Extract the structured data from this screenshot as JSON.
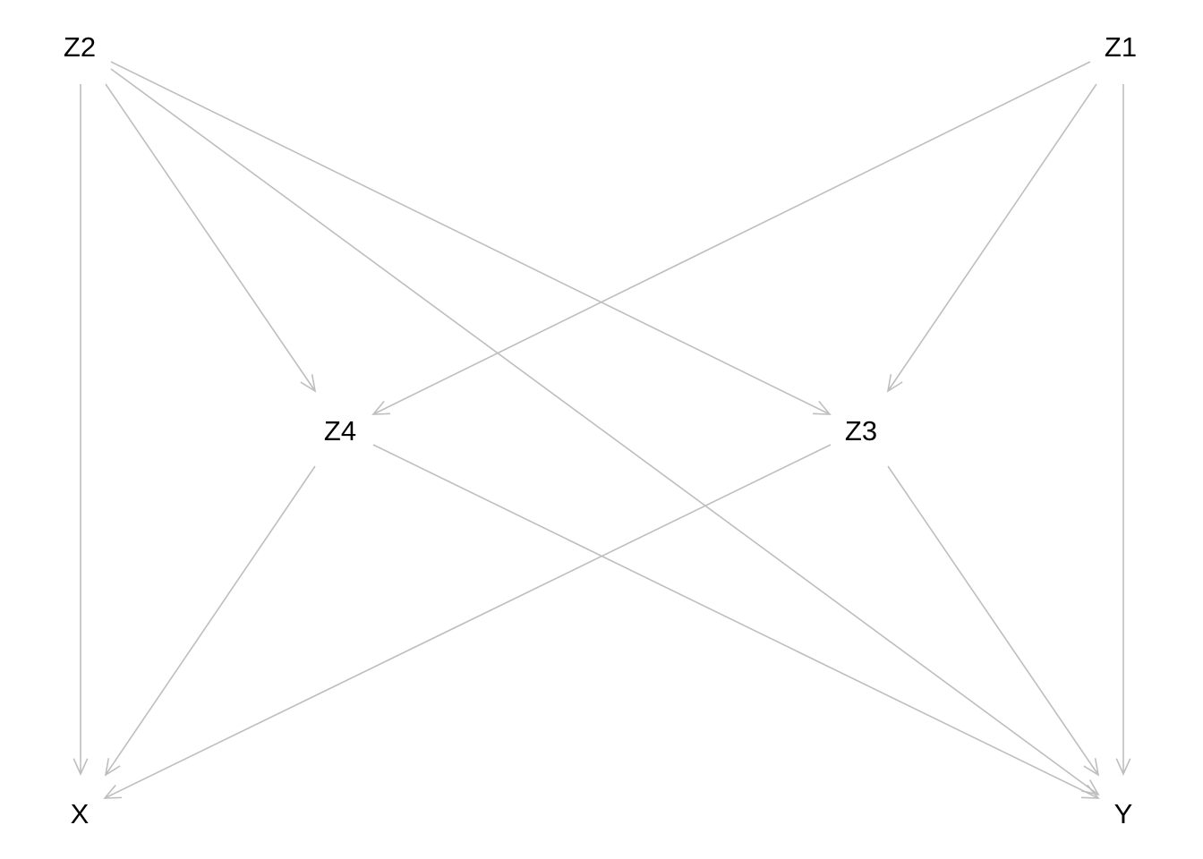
{
  "diagram": {
    "type": "directed-acyclic-graph",
    "nodes": [
      {
        "id": "Z2",
        "label": "Z2"
      },
      {
        "id": "Z1",
        "label": "Z1"
      },
      {
        "id": "Z4",
        "label": "Z4"
      },
      {
        "id": "Z3",
        "label": "Z3"
      },
      {
        "id": "X",
        "label": "X"
      },
      {
        "id": "Y",
        "label": "Y"
      }
    ],
    "edges": [
      {
        "from": "Z2",
        "to": "X"
      },
      {
        "from": "Z2",
        "to": "Z4"
      },
      {
        "from": "Z2",
        "to": "Z3"
      },
      {
        "from": "Z2",
        "to": "Y"
      },
      {
        "from": "Z1",
        "to": "Z4"
      },
      {
        "from": "Z1",
        "to": "Z3"
      },
      {
        "from": "Z1",
        "to": "Y"
      },
      {
        "from": "Z4",
        "to": "X"
      },
      {
        "from": "Z4",
        "to": "Y"
      },
      {
        "from": "Z3",
        "to": "X"
      },
      {
        "from": "Z3",
        "to": "Y"
      }
    ],
    "colors": {
      "edge": "#bebebe",
      "text": "#000000",
      "background": "#ffffff"
    }
  }
}
